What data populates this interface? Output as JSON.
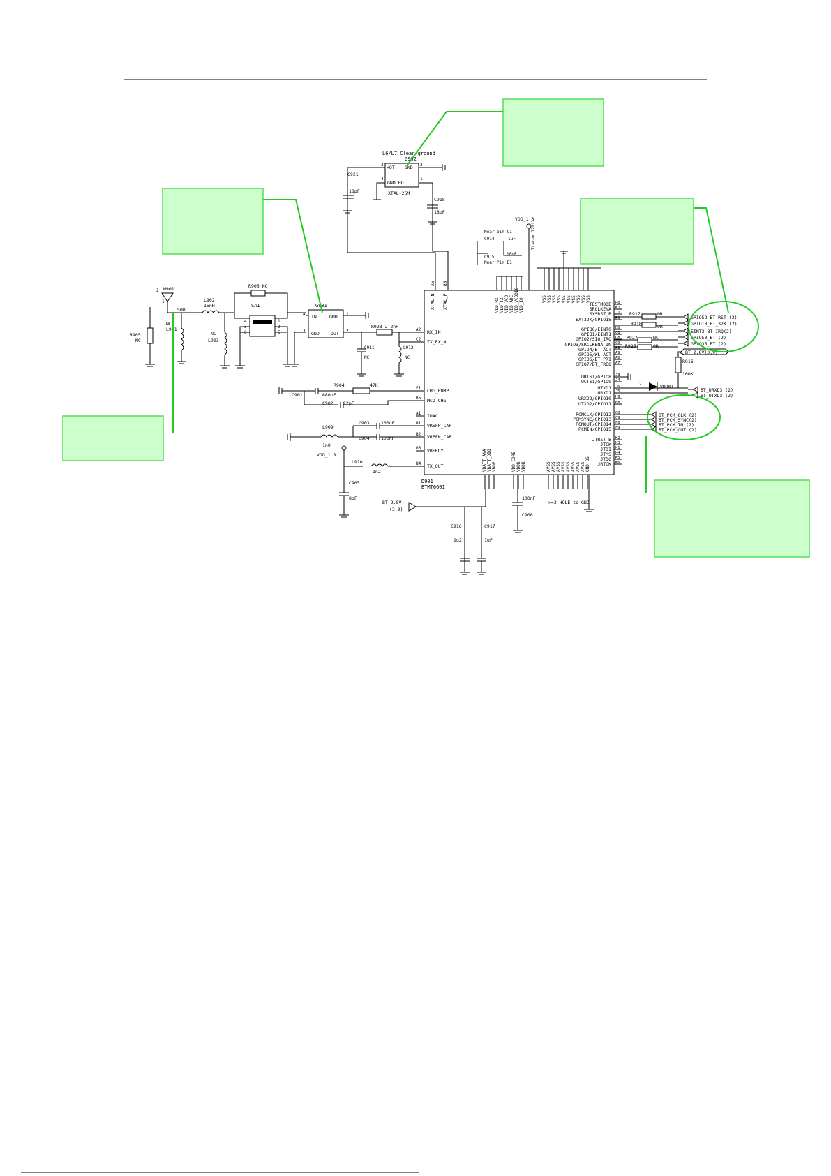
{
  "chip": {
    "designator": "D901",
    "part": "BTMT6601",
    "left_pins": [
      {
        "num": "A2",
        "name": "RX_IN"
      },
      {
        "num": "C2",
        "name": "TX_RX_N"
      },
      {
        "num": "F1",
        "name": "CHG_PUMP"
      },
      {
        "num": "B5",
        "name": "MCO_CHG"
      },
      {
        "num": "A1",
        "name": "IDAC"
      },
      {
        "num": "B1",
        "name": "VREFP_CAP"
      },
      {
        "num": "B2",
        "name": "VREFN_CAP"
      },
      {
        "num": "G6",
        "name": "VBERDY"
      },
      {
        "num": "B4",
        "name": "TX_OUT"
      }
    ],
    "right_pins": [
      {
        "num": "K8",
        "name": "TESTMODE"
      },
      {
        "num": "K7",
        "name": "SRCLKENA"
      },
      {
        "num": "J1",
        "name": "SYSRST_B"
      },
      {
        "num": "B9",
        "name": "EXT32K/GPIO15"
      },
      {
        "num": "B8",
        "name": "GPIO0/EINT0"
      },
      {
        "num": "C8",
        "name": "GPIO1/EINT1"
      },
      {
        "num": "D8",
        "name": "GPIO2/SIO_IRQ"
      },
      {
        "num": "C9",
        "name": "GPIO3/SRCLKENA_IN"
      },
      {
        "num": "B8",
        "name": "GPIO4/BT_ACT"
      },
      {
        "num": "A9",
        "name": "GPIO5/WL_ACT"
      },
      {
        "num": "A8",
        "name": "GPIO6/BT_PRI"
      },
      {
        "num": "A7",
        "name": "GPIO7/BT_FREQ"
      },
      {
        "num": "J3",
        "name": "URTS1/GPIO8"
      },
      {
        "num": "J4",
        "name": "UCTS1/GPIO9"
      },
      {
        "num": "J6",
        "name": "UTXD1"
      },
      {
        "num": "J5",
        "name": "URXD1"
      },
      {
        "num": "H9",
        "name": "URXD2/GPIO10"
      },
      {
        "num": "H8",
        "name": "UTXD2/GPIO11"
      },
      {
        "num": "G8",
        "name": "PCMCLK/GPIO12"
      },
      {
        "num": "G9",
        "name": "PCMSYNC/GPIO13"
      },
      {
        "num": "F8",
        "name": "PCMOUT/GPIO14"
      },
      {
        "num": "F9",
        "name": "PCMIN/GPIO15"
      },
      {
        "num": "K2",
        "name": "JTRST_B"
      },
      {
        "num": "K3",
        "name": "JTCK"
      },
      {
        "num": "K1",
        "name": "JTDI"
      },
      {
        "num": "K4",
        "name": "JTMS"
      },
      {
        "num": "K5",
        "name": "JTDO"
      },
      {
        "num": "K6",
        "name": "JRTCK"
      }
    ],
    "top_pins": [
      {
        "num": "A6",
        "name": "XTAL_N"
      },
      {
        "num": "B6",
        "name": "XTAL_P"
      }
    ],
    "top_power_pins": [
      "VDD_RX",
      "VDD_TX",
      "VDD_VCO",
      "VDD_ADC",
      "VDD_VCODIG",
      "VDD_IO"
    ],
    "top_vss_pins": [
      "VSS",
      "VSS",
      "VSS",
      "VSS",
      "VSS",
      "VSS",
      "VSS",
      "VSS",
      "VSS",
      "VSS"
    ],
    "bottom_pins_left": [
      "VBATT_ANA",
      "VBATT_DIG",
      "VDDP"
    ],
    "bottom_pins_mid": [
      "VDD_CORE",
      "VDDK",
      "VDDK"
    ],
    "bottom_pins_right": [
      "AVSS",
      "AVSS",
      "AVSS",
      "AVSS",
      "AVSS",
      "AVSS",
      "AVSS",
      "AVSS",
      "GND_BG"
    ]
  },
  "rf": {
    "antenna": "W901",
    "r905": "R905",
    "r905_val": "NC",
    "l901": "L901",
    "l901_val": "NC",
    "l902": "L902",
    "l902_val": "15nH",
    "l903": "L903",
    "l903_val": "NC",
    "r906": "R906  NC",
    "sa1": "SA1",
    "g901": "G901",
    "g901_in": "IN",
    "g901_gnd": "GND",
    "g901_out": "OUT",
    "node500": ".500",
    "r923": "R923  2.2nH",
    "c911": "C911",
    "c911_val": "NC",
    "l912": "L912",
    "l912_val": "NC"
  },
  "xtal": {
    "title": "L6/L7  Clear ground",
    "designator": "G902",
    "hot": "HOT",
    "gnd": "GND",
    "inner": "GND  HOT",
    "part": "XTAL-26M",
    "c921": "C921",
    "c921_val": "18pF",
    "c918": "C918",
    "c918_val": "18pF"
  },
  "decoupling": {
    "vdd18_top": "VDD_1.8",
    "near_c1": "Near pin C1",
    "near_e1": "Near Pin E1",
    "trace": "Trace> 12mil",
    "c914": "C914",
    "c914_val": "1uF",
    "c915": "C915",
    "c915_val": "10nF"
  },
  "left_passives": {
    "c901": "C901",
    "c901_val": "680pF",
    "r904": "R904",
    "r904_val": "47K",
    "c902": "C902",
    "c902_val": "22pF",
    "c903": "C903",
    "c903_val": "100nF",
    "c904": "C904",
    "c904_val": "100nF",
    "l909": "L909",
    "l909_val": "1n0",
    "vdd18": "VDD_1.8",
    "l910": "L910",
    "l910_val": "1n2",
    "c905": "C905",
    "c905_val": "8pF"
  },
  "bottom_power": {
    "bt28v": "BT_2.8V",
    "bt28v_ref": "(3,9)",
    "c916": "C916",
    "c916_val": "2u2",
    "c917": "C917",
    "c917_val": "1uF",
    "c906": "C906",
    "c906_val": "100nF",
    "hole": ">=3  HOLE to GND"
  },
  "right_side": {
    "r917": "R917",
    "r917_val": "0R",
    "r918": "R918",
    "r918_val": "0R",
    "r927": "R927",
    "r927_val": "NC",
    "r925": "R925",
    "r925_val": "0R",
    "r916": "R916",
    "r916_val": "100K",
    "vd901": "VD901",
    "bt28v_label": "BT_2.8V(3,9)",
    "nets_top": [
      "GPIO52_BT_RST (2)",
      "GPIO18_BT_32K (2)"
    ],
    "nets_mid": [
      "EINT3_BT_IRQ(2)",
      "GPIO53_BT (2)",
      "GPIO35_BT (2)"
    ],
    "nets_uart": [
      "BT_URXD3 (2)",
      "BT_UTXD3 (2)"
    ],
    "nets_pcm": [
      "BT_PCM_CLK (2)",
      "BT_PCM_SYNC(2)",
      "BT_PCM_IN  (2)",
      "BT_PCM_OUT (2)"
    ]
  },
  "colors": {
    "callout_fill": "#ccffcc",
    "callout_border": "#55dd55",
    "highlight": "#22cc22",
    "wire": "#000000"
  }
}
